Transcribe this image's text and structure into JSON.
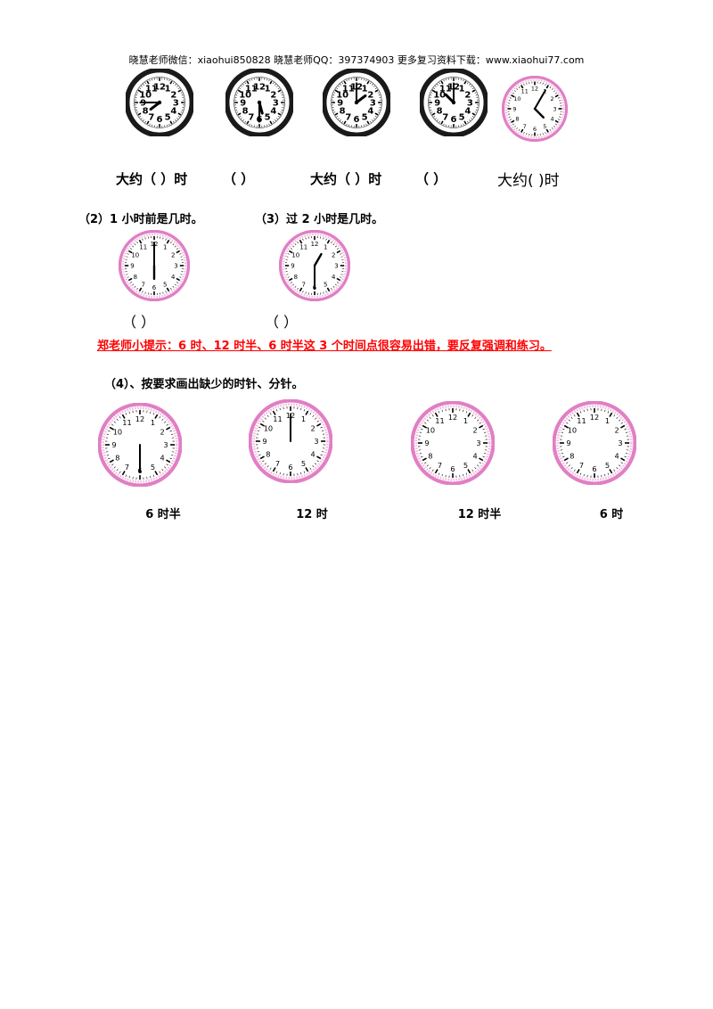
{
  "header": {
    "text": "晓慧老师微信：xiaohui850828 晓慧老师QQ：397374903 更多复习资料下载：www.xiaohui77.com"
  },
  "section1": {
    "clocks": [
      {
        "style": "black",
        "hour": 7.75,
        "minute": 45
      },
      {
        "style": "black",
        "hour": 5.5,
        "minute": 30
      },
      {
        "style": "black",
        "hour": 1.75,
        "minute": 0
      },
      {
        "style": "black",
        "hour": 10.5,
        "minute": 0
      },
      {
        "style": "pink",
        "hour": 4.5,
        "minute": 5
      }
    ],
    "blanks": [
      "大约（ ）时",
      "（ ）",
      "大约（ ）时",
      "（ ）",
      "大约( )时"
    ]
  },
  "q2": {
    "label": "（2）1 小时前是几时。",
    "clock": {
      "hour": 6,
      "minute": 0
    },
    "answer": "（ ）"
  },
  "q3": {
    "label": "（3）过 2 小时是几时。",
    "clock": {
      "hour": 1,
      "minute": 30
    },
    "answer": "（ ）"
  },
  "tip": {
    "text": "郑老师小提示：6 时、12 时半、6 时半这 3 个时间点很容易出错，要反复强调和练习。",
    "color": "#ff0000"
  },
  "q4": {
    "label": "（4）、按要求画出缺少的时针、分针。",
    "clocks": [
      {
        "caption": "6 时半",
        "minute": 30
      },
      {
        "caption": "12 时",
        "minute": 0
      },
      {
        "caption": "12 时半",
        "minute": null
      },
      {
        "caption": "6 时",
        "minute": null
      }
    ]
  },
  "colors": {
    "pink_rim": "#e07fc4",
    "pink_dots": "#f3b8de",
    "black_rim": "#1a1a1a"
  }
}
